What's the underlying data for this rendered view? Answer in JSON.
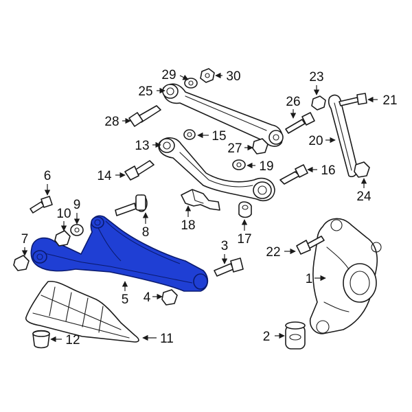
{
  "highlight_color": "#1f3fd4",
  "callouts": {
    "c1": "1",
    "c2": "2",
    "c3": "3",
    "c4": "4",
    "c5": "5",
    "c6": "6",
    "c7": "7",
    "c8": "8",
    "c9": "9",
    "c10": "10",
    "c11": "11",
    "c12": "12",
    "c13": "13",
    "c14": "14",
    "c15": "15",
    "c16": "16",
    "c17": "17",
    "c18": "18",
    "c19": "19",
    "c20": "20",
    "c21": "21",
    "c22": "22",
    "c23": "23",
    "c24": "24",
    "c25": "25",
    "c26": "26",
    "c27": "27",
    "c28": "28",
    "c29": "29",
    "c30": "30"
  }
}
